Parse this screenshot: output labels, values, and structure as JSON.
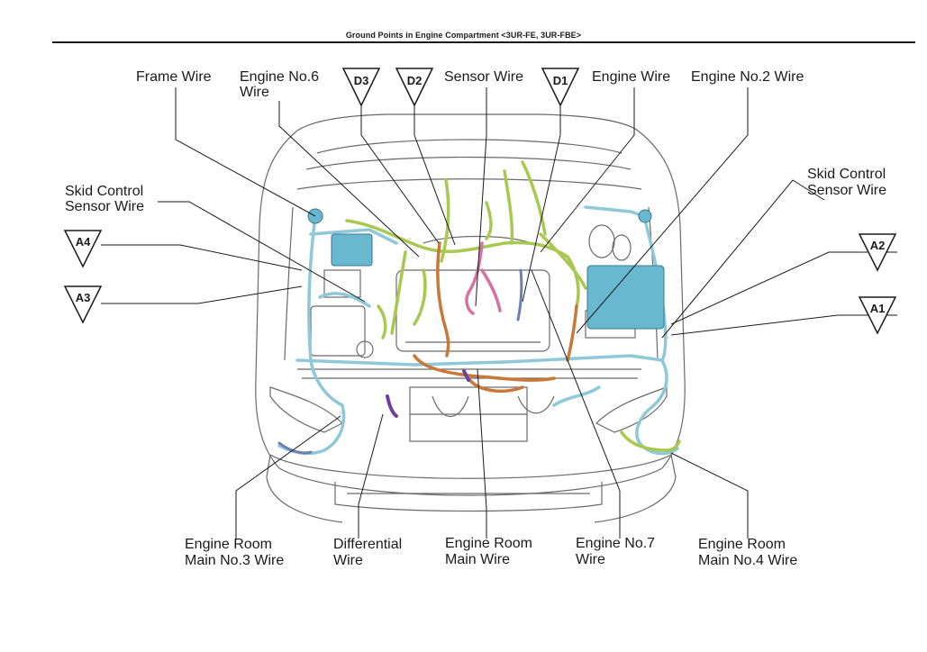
{
  "header": {
    "title": "Ground Points in Engine Compartment <3UR-FE, 3UR-FBE>"
  },
  "labels": {
    "frame_wire": "Frame Wire",
    "engine_no6_wire_line1": "Engine No.6",
    "engine_no6_wire_line2": "Wire",
    "sensor_wire": "Sensor Wire",
    "engine_wire": "Engine Wire",
    "engine_no2_wire": "Engine No.2 Wire",
    "skid_left_line1": "Skid Control",
    "skid_left_line2": "Sensor Wire",
    "skid_right_line1": "Skid Control",
    "skid_right_line2": "Sensor Wire",
    "erm_no3_line1": "Engine Room",
    "erm_no3_line2": "Main No.3 Wire",
    "differential_line1": "Differential",
    "differential_line2": "Wire",
    "erm_main_line1": "Engine Room",
    "erm_main_line2": "Main Wire",
    "engine_no7_line1": "Engine No.7",
    "engine_no7_line2": "Wire",
    "erm_no4_line1": "Engine Room",
    "erm_no4_line2": "Main No.4 Wire"
  },
  "ground_points": {
    "d3": "D3",
    "d2": "D2",
    "d1": "D1",
    "a4": "A4",
    "a3": "A3",
    "a2": "A2",
    "a1": "A1"
  },
  "colors": {
    "harness_blue": "#8fc8d8",
    "harness_green": "#a8c850",
    "harness_orange": "#c87838",
    "harness_pink": "#d870a0",
    "harness_purple": "#7040a0",
    "component_blue": "#68b8d0",
    "outline": "#6a6a6a",
    "line": "#1a1a1a"
  }
}
